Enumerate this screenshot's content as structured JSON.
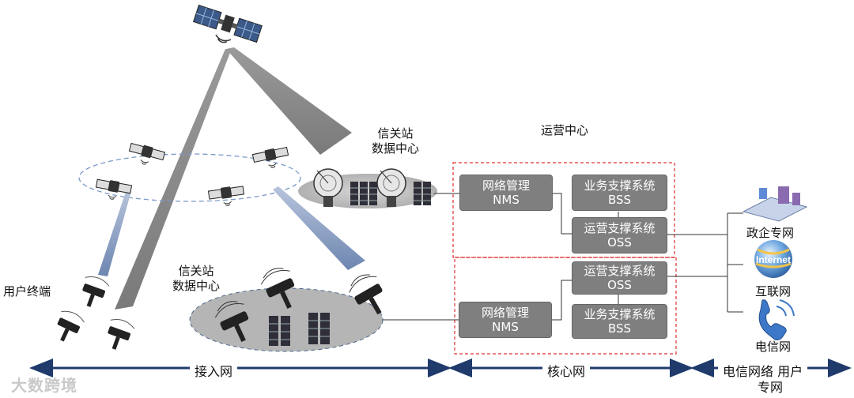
{
  "colors": {
    "box_fill": "#7f7f7f",
    "beam_gray": "#8c8c8c",
    "beam_blue": "#7d93b8",
    "dashed_red": "#e03030",
    "arrow_navy": "#1f3a6b"
  },
  "satellite_section": {
    "leo_orbit_label": "",
    "gateway_top_label": [
      "信关站",
      "数据中心"
    ],
    "gateway_bottom_label": [
      "信关站",
      "数据中心"
    ],
    "user_terminal_label": "用户终端"
  },
  "ops_center": {
    "title": "运营中心",
    "upper_group": {
      "nms": [
        "网络管理",
        "NMS"
      ],
      "bss": [
        "业务支撑系统",
        "BSS"
      ],
      "oss": [
        "运营支撑系统",
        "OSS"
      ]
    },
    "lower_group": {
      "nms": [
        "网络管理",
        "NMS"
      ],
      "oss": [
        "运营支撑系统",
        "OSS"
      ],
      "bss": [
        "业务支撑系统",
        "BSS"
      ]
    }
  },
  "destinations": [
    {
      "label": "政企专网",
      "icon": "enterprise-network-icon"
    },
    {
      "label": "互联网",
      "icon": "internet-globe-icon"
    },
    {
      "label": "电信网",
      "icon": "telephone-icon"
    }
  ],
  "bottom_bar": {
    "access": "接入网",
    "core": "核心网",
    "telecom": "电信网络 用户",
    "telecom_2": "专网"
  },
  "watermark": "大数跨境"
}
